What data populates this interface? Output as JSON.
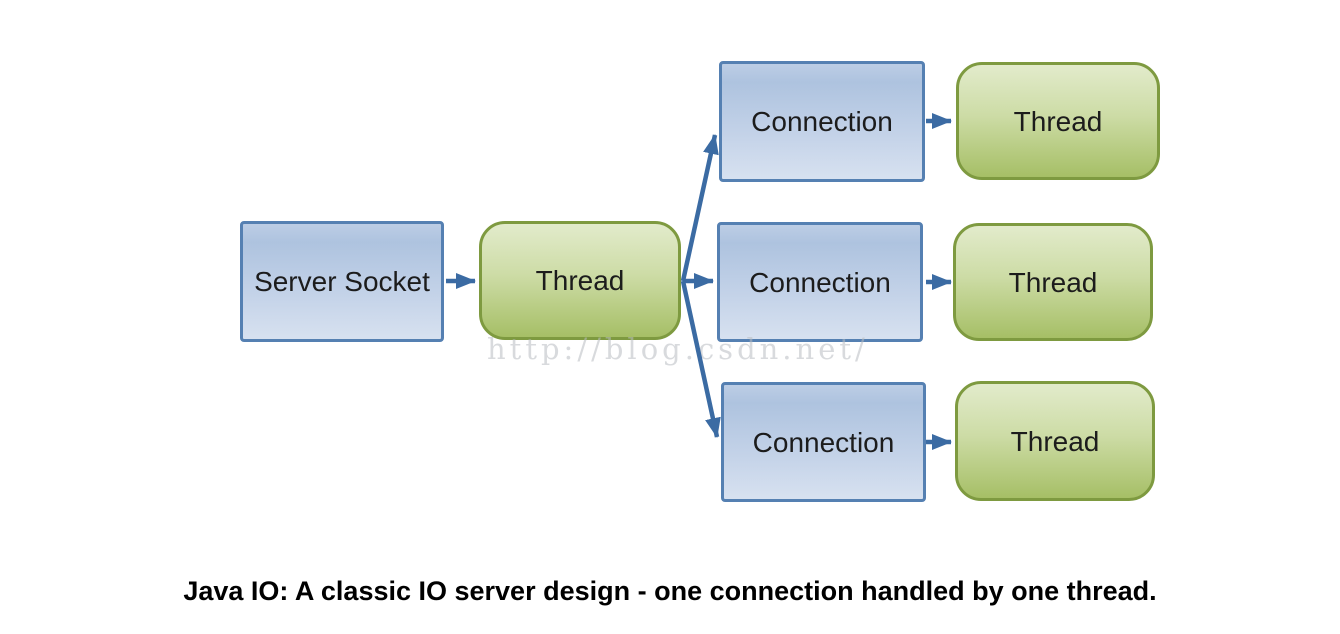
{
  "diagram": {
    "title": "Java IO classic server design",
    "nodes": [
      {
        "id": "server-socket",
        "label": "Server Socket",
        "kind": "blue"
      },
      {
        "id": "acceptor-thread",
        "label": "Thread",
        "kind": "green"
      },
      {
        "id": "connection-1",
        "label": "Connection",
        "kind": "blue"
      },
      {
        "id": "thread-1",
        "label": "Thread",
        "kind": "green"
      },
      {
        "id": "connection-2",
        "label": "Connection",
        "kind": "blue"
      },
      {
        "id": "thread-2",
        "label": "Thread",
        "kind": "green"
      },
      {
        "id": "connection-3",
        "label": "Connection",
        "kind": "blue"
      },
      {
        "id": "thread-3",
        "label": "Thread",
        "kind": "green"
      }
    ],
    "edges": [
      {
        "from": "server-socket",
        "to": "acceptor-thread"
      },
      {
        "from": "acceptor-thread",
        "to": "connection-1"
      },
      {
        "from": "acceptor-thread",
        "to": "connection-2"
      },
      {
        "from": "acceptor-thread",
        "to": "connection-3"
      },
      {
        "from": "connection-1",
        "to": "thread-1"
      },
      {
        "from": "connection-2",
        "to": "thread-2"
      },
      {
        "from": "connection-3",
        "to": "thread-3"
      }
    ],
    "watermark": "http://blog.csdn.net/",
    "caption": "Java IO: A classic IO server design - one connection handled by one thread."
  },
  "colors": {
    "background": "#ffffff",
    "blue_fill_top": "#aec3df",
    "blue_fill_bottom": "#d7e1f0",
    "blue_border": "#5580b2",
    "green_fill_top": "#e2ebcb",
    "green_fill_bottom": "#a6bf66",
    "green_border": "#7e9a40",
    "arrow": "#3b6ba3",
    "text": "#1c1c1c",
    "watermark": "#b9bdc2"
  }
}
